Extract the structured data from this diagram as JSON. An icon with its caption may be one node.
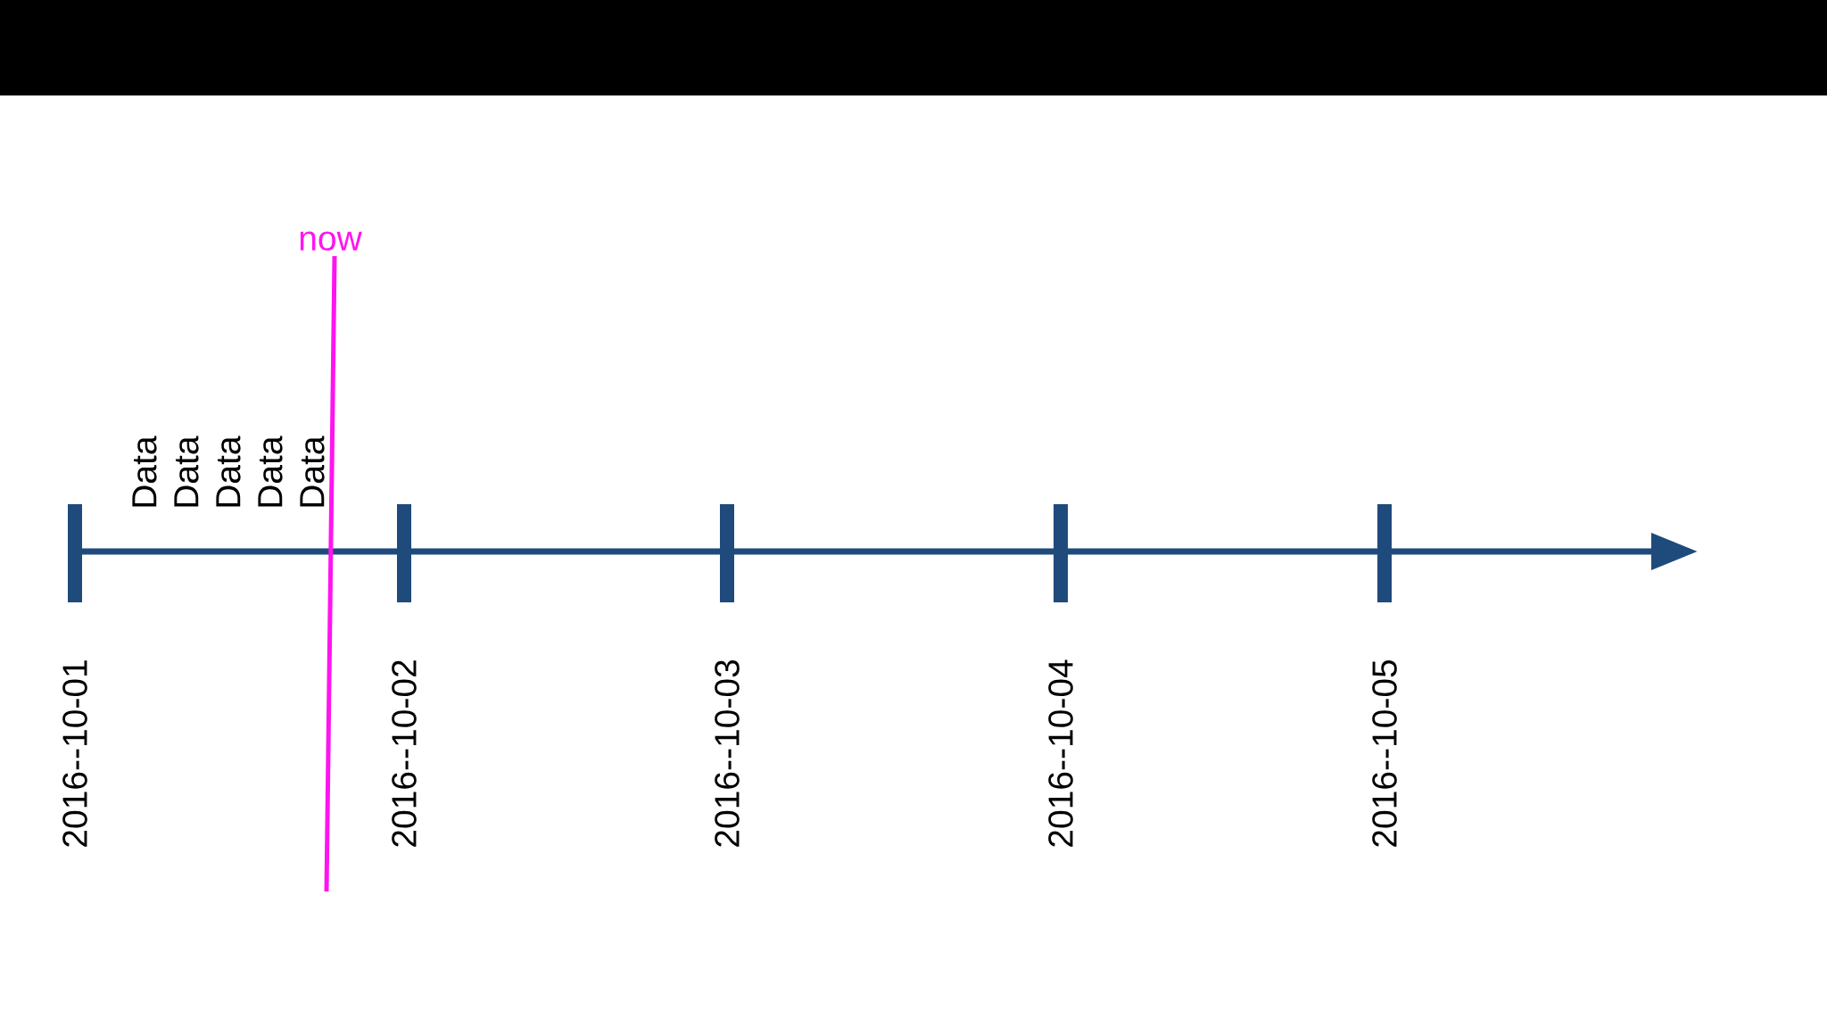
{
  "diagram": {
    "labels": [
      "now",
      "Data",
      "Data",
      "Data",
      "Data",
      "Data",
      "2016--10-01",
      "2016--10-02",
      "2016--10-03",
      "2016--10-04",
      "2016--10-05"
    ]
  }
}
